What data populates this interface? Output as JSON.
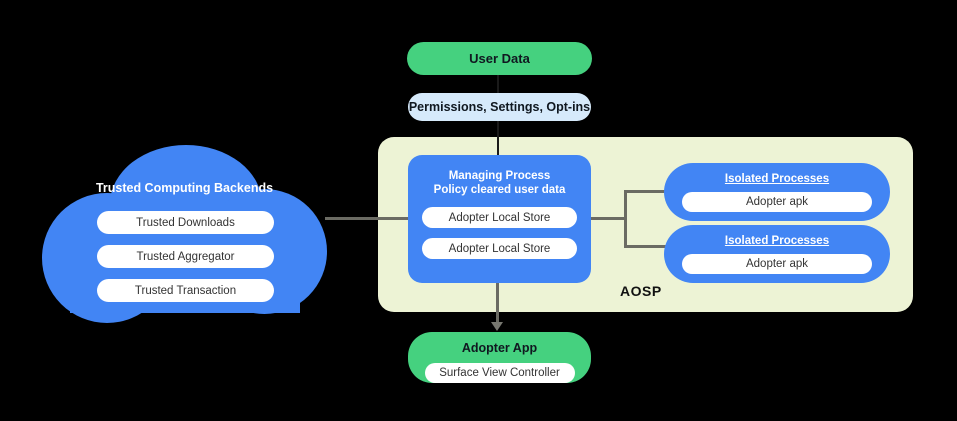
{
  "diagram": {
    "aosp_label": "AOSP",
    "user_data": {
      "title": "User Data"
    },
    "permissions": {
      "title": "Permissions,  Settings, Opt-ins"
    },
    "managing_process": {
      "line1": "Managing Process",
      "line2": "Policy cleared user data",
      "stores": [
        "Adopter Local Store",
        "Adopter Local Store"
      ]
    },
    "isolated_processes": [
      {
        "title": "Isolated Processes",
        "child": "Adopter apk"
      },
      {
        "title": "Isolated Processes",
        "child": "Adopter apk"
      }
    ],
    "adopter_app": {
      "title": "Adopter App",
      "child": "Surface View Controller"
    },
    "cloud": {
      "title": "Trusted Computing Backends",
      "items": [
        "Trusted Downloads",
        "Trusted Aggregator",
        "Trusted Transaction"
      ]
    }
  },
  "colors": {
    "blue": "#4285f4",
    "green": "#45d17f",
    "light_blue": "#d6eafb",
    "aosp_bg": "#edf3d5",
    "connector": "#6b6b63",
    "background": "#000000"
  }
}
